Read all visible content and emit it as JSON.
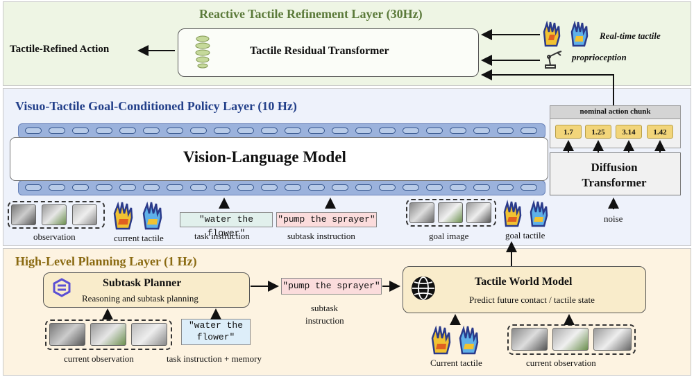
{
  "reactive": {
    "title": "Reactive Tactile Refinement Layer (30Hz)",
    "transformer": "Tactile Residual Transformer",
    "output": "Tactile-Refined Action",
    "input_tactile": "Real-time tactile",
    "input_proprio": "proprioception"
  },
  "policy": {
    "title": "Visuo-Tactile Goal-Conditioned Policy Layer (10 Hz)",
    "vlm": "Vision-Language Model",
    "chunk_title": "nominal action chunk",
    "chunk_values": [
      "1.7",
      "1.25",
      "3.14",
      "1.42"
    ],
    "diffusion": "Diffusion Transformer",
    "noise": "noise",
    "observation": "observation",
    "current_tactile": "current tactile",
    "task_quote": "\"water the flower\"",
    "task_label": "task instruction",
    "subtask_quote": "\"pump the sprayer\"",
    "subtask_label": "subtask instruction",
    "goal_image": "goal image",
    "goal_tactile": "goal tactile"
  },
  "planning": {
    "title": "High-Level Planning Layer (1 Hz)",
    "planner_title": "Subtask Planner",
    "planner_sub": "Reasoning and subtask planning",
    "subtask_quote": "\"pump the sprayer\"",
    "subtask_label_1": "subtask",
    "subtask_label_2": "instruction",
    "world_title": "Tactile World Model",
    "world_sub": "Predict future contact / tactile state",
    "current_observation": "current observation",
    "task_quote_1": "\"water the",
    "task_quote_2": "flower\"",
    "task_memory": "task instruction + memory",
    "current_tactile": "Current tactile",
    "current_observation_2": "current observation"
  },
  "colors": {
    "reactive_bg": "#eef5e4",
    "reactive_title": "#5b7a3a",
    "policy_bg": "#eef2fb",
    "policy_title": "#23408a",
    "planning_bg": "#fdf3e1",
    "planning_title": "#8a6a12",
    "quote_green": "#e1f0ec",
    "quote_pink": "#fbdcdc",
    "quote_blue": "#ddeef9"
  }
}
